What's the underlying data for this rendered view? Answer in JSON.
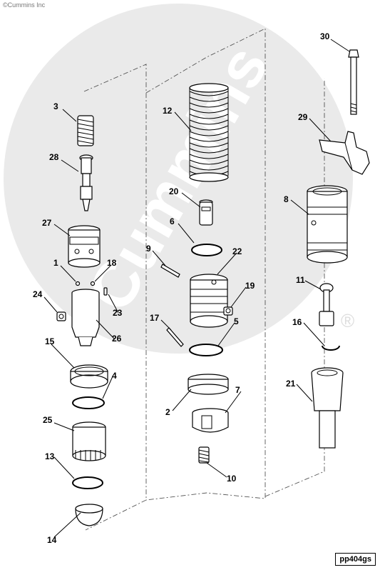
{
  "copyright": "©Cummins Inc",
  "figure_id": "pp404gs",
  "watermark": "Cummins",
  "registered_mark": "®",
  "part_numbers": [
    "1",
    "2",
    "3",
    "4",
    "5",
    "6",
    "7",
    "8",
    "9",
    "10",
    "11",
    "12",
    "13",
    "14",
    "15",
    "16",
    "17",
    "18",
    "19",
    "20",
    "21",
    "22",
    "23",
    "24",
    "25",
    "26",
    "27",
    "28",
    "29",
    "30"
  ]
}
